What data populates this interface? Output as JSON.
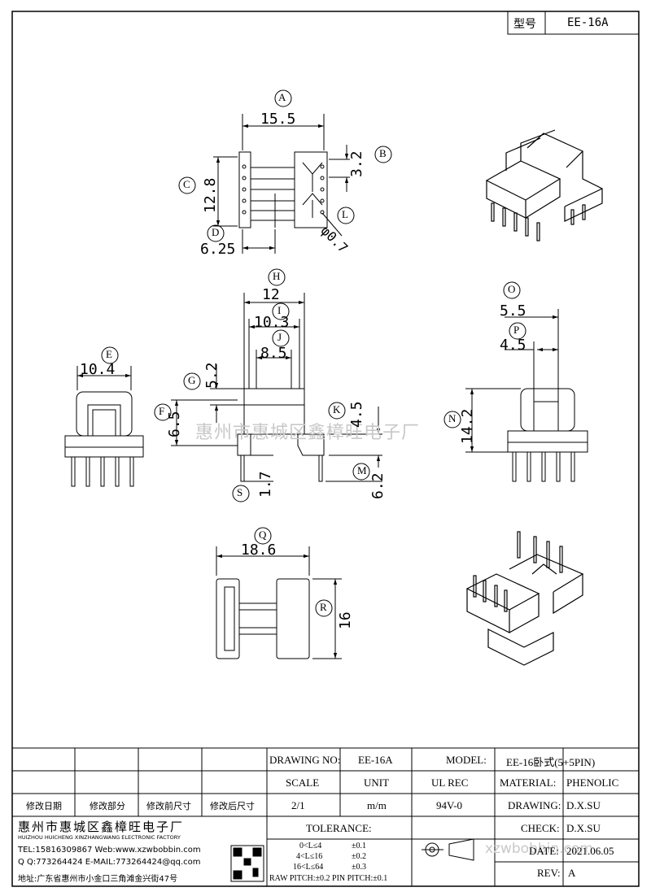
{
  "header": {
    "type_label": "型号",
    "type_value": "EE-16A"
  },
  "watermark": "惠州市惠城区鑫樟旺电子厂",
  "watermark_url": "xzwbobbin.com",
  "views": {
    "top": {
      "label_a": "A",
      "dim_a": "15.5",
      "label_b": "B",
      "dim_b": "3.2",
      "label_c": "C",
      "dim_c": "12.8",
      "label_d": "D",
      "dim_d": "6.25",
      "label_l": "L",
      "dim_l": "φ0.7"
    },
    "side": {
      "label_h": "H",
      "dim_h": "12",
      "label_i": "I",
      "dim_i": "10.3",
      "label_j": "J",
      "dim_j": "8.5",
      "label_g": "G",
      "dim_g": "5.2",
      "label_f": "F",
      "dim_f": "6.5",
      "label_k": "K",
      "dim_k": "4.5",
      "label_m": "M",
      "dim_m": "6.2",
      "label_s": "S",
      "dim_s": "1.7"
    },
    "front": {
      "label_e": "E",
      "dim_e": "10.4"
    },
    "right": {
      "label_o": "O",
      "dim_o": "5.5",
      "label_p": "P",
      "dim_p": "4.5",
      "label_n": "N",
      "dim_n": "14.2"
    },
    "bottom": {
      "label_q": "Q",
      "dim_q": "18.6",
      "label_r": "R",
      "dim_r": "16"
    }
  },
  "title_block": {
    "drawing_no_label": "DRAWING NO:",
    "drawing_no": "EE-16A",
    "model_label": "MODEL:",
    "model": "EE-16卧式(5+5PIN)",
    "scale_label": "SCALE",
    "unit_label": "UNIT",
    "ul_label": "UL REC",
    "material_label": "MATERIAL:",
    "material": "PHENOLIC",
    "scale": "2/1",
    "unit": "m/m",
    "ul": "94V-0",
    "drawing_label": "DRAWING:",
    "drawing": "D.X.SU",
    "check_label": "CHECK:",
    "check": "D.X.SU",
    "date_label": "DATE:",
    "date": "2021.06.05",
    "rev_label": "REV:",
    "rev": "A",
    "revision_headers": [
      "修改日期",
      "修改部分",
      "修改前尺寸",
      "修改后尺寸"
    ],
    "company_cn": "惠州市惠城区鑫樟旺电子厂",
    "company_en": "HUIZHOU HUICHENG XINZHANGWANG ELECTRONIC FACTORY",
    "tel_line": "TEL:15816309867 Web:www.xzwbobbin.com",
    "qq_line": "Q Q:773264424 E-MAIL:773264424@qq.com",
    "addr_line": "地址:广东省惠州市小金口三角滩金兴街47号",
    "tolerance_label": "TOLERANCE:",
    "tol1_range": "0<L≤4",
    "tol1": "±0.1",
    "tol2_range": "4<L≤16",
    "tol2": "±0.2",
    "tol3_range": "16<L≤64",
    "tol3": "±0.3",
    "pitch_line": "RAW PITCH:±0.2 PIN PITCH:±0.1"
  }
}
